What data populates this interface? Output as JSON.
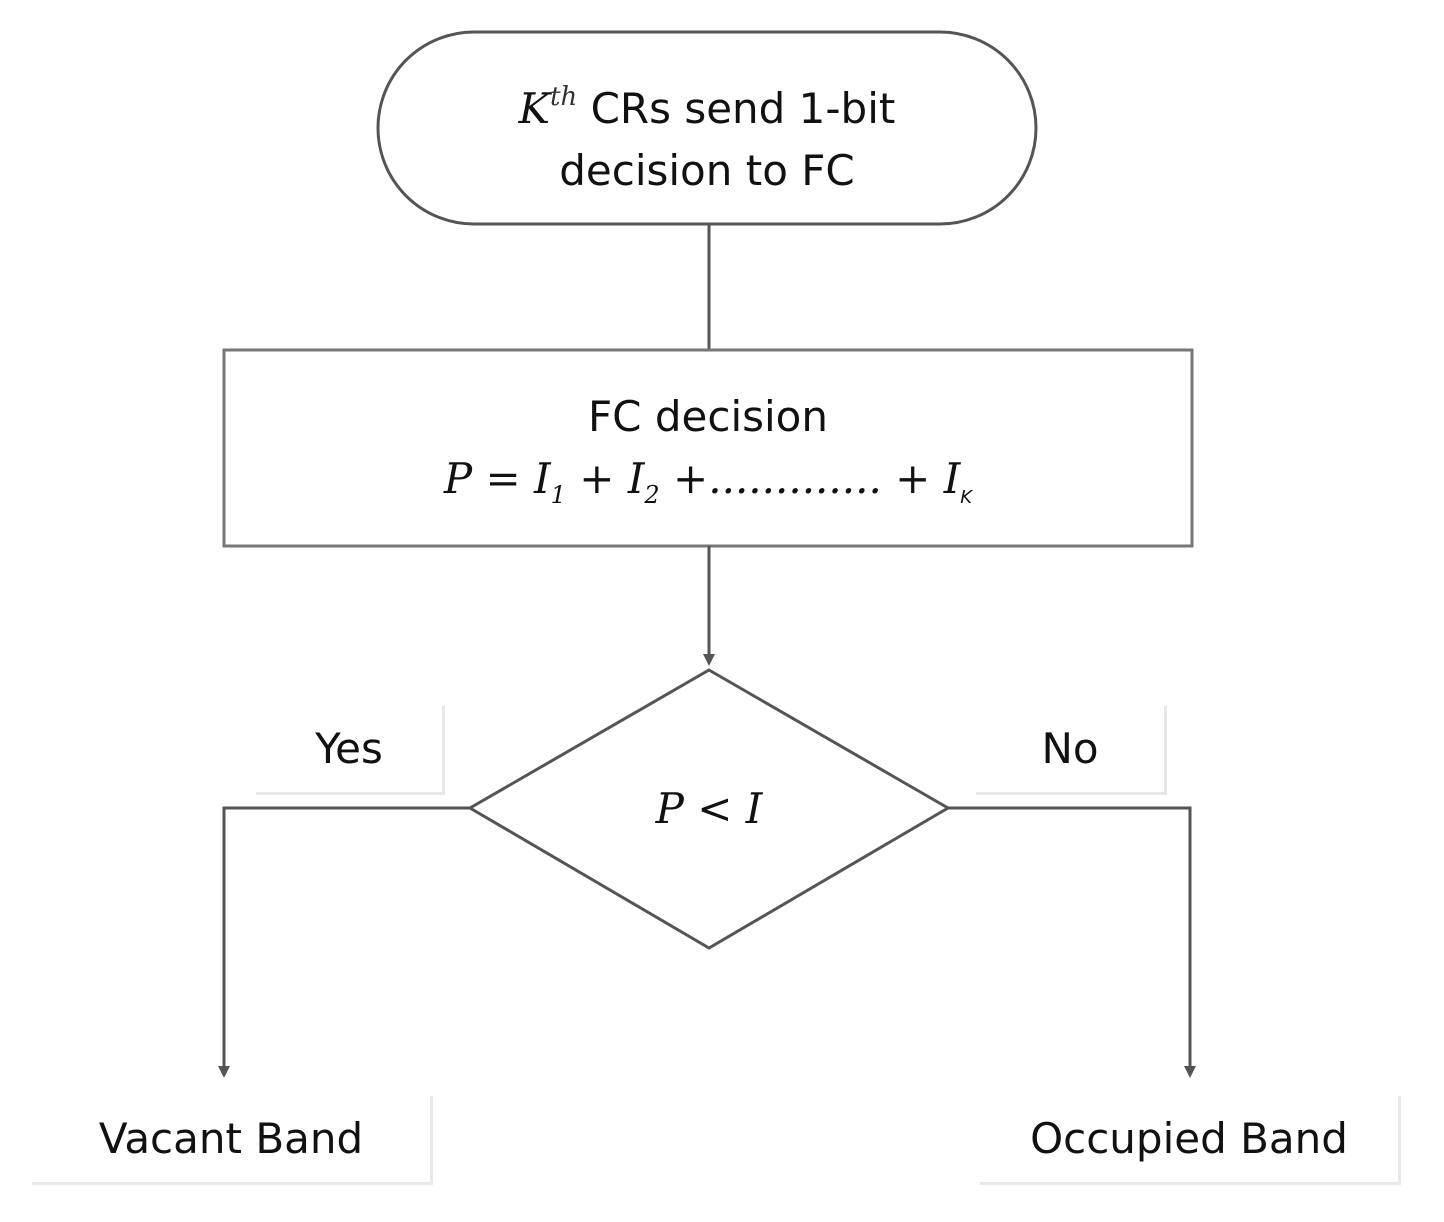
{
  "start": {
    "superscript_base": "K",
    "superscript": "th",
    "line1_rest": " CRs send 1-bit",
    "line2": "decision to FC"
  },
  "process": {
    "title": "FC decision",
    "formula_lhs": "P",
    "formula_eq": " = ",
    "term1": "I",
    "term1_sub": "1",
    "plus1": " + ",
    "term2": "I",
    "term2_sub": "2",
    "plus2": " +............. + ",
    "term3": "I",
    "term3_sub": "K"
  },
  "decision": {
    "lhs": "P",
    "op": " < ",
    "rhs": "I"
  },
  "branches": {
    "yes_label": "Yes",
    "no_label": "No"
  },
  "outcomes": {
    "left": "Vacant Band",
    "right": "Occupied Band"
  },
  "colors": {
    "stroke": "#555555",
    "text": "#111111"
  }
}
